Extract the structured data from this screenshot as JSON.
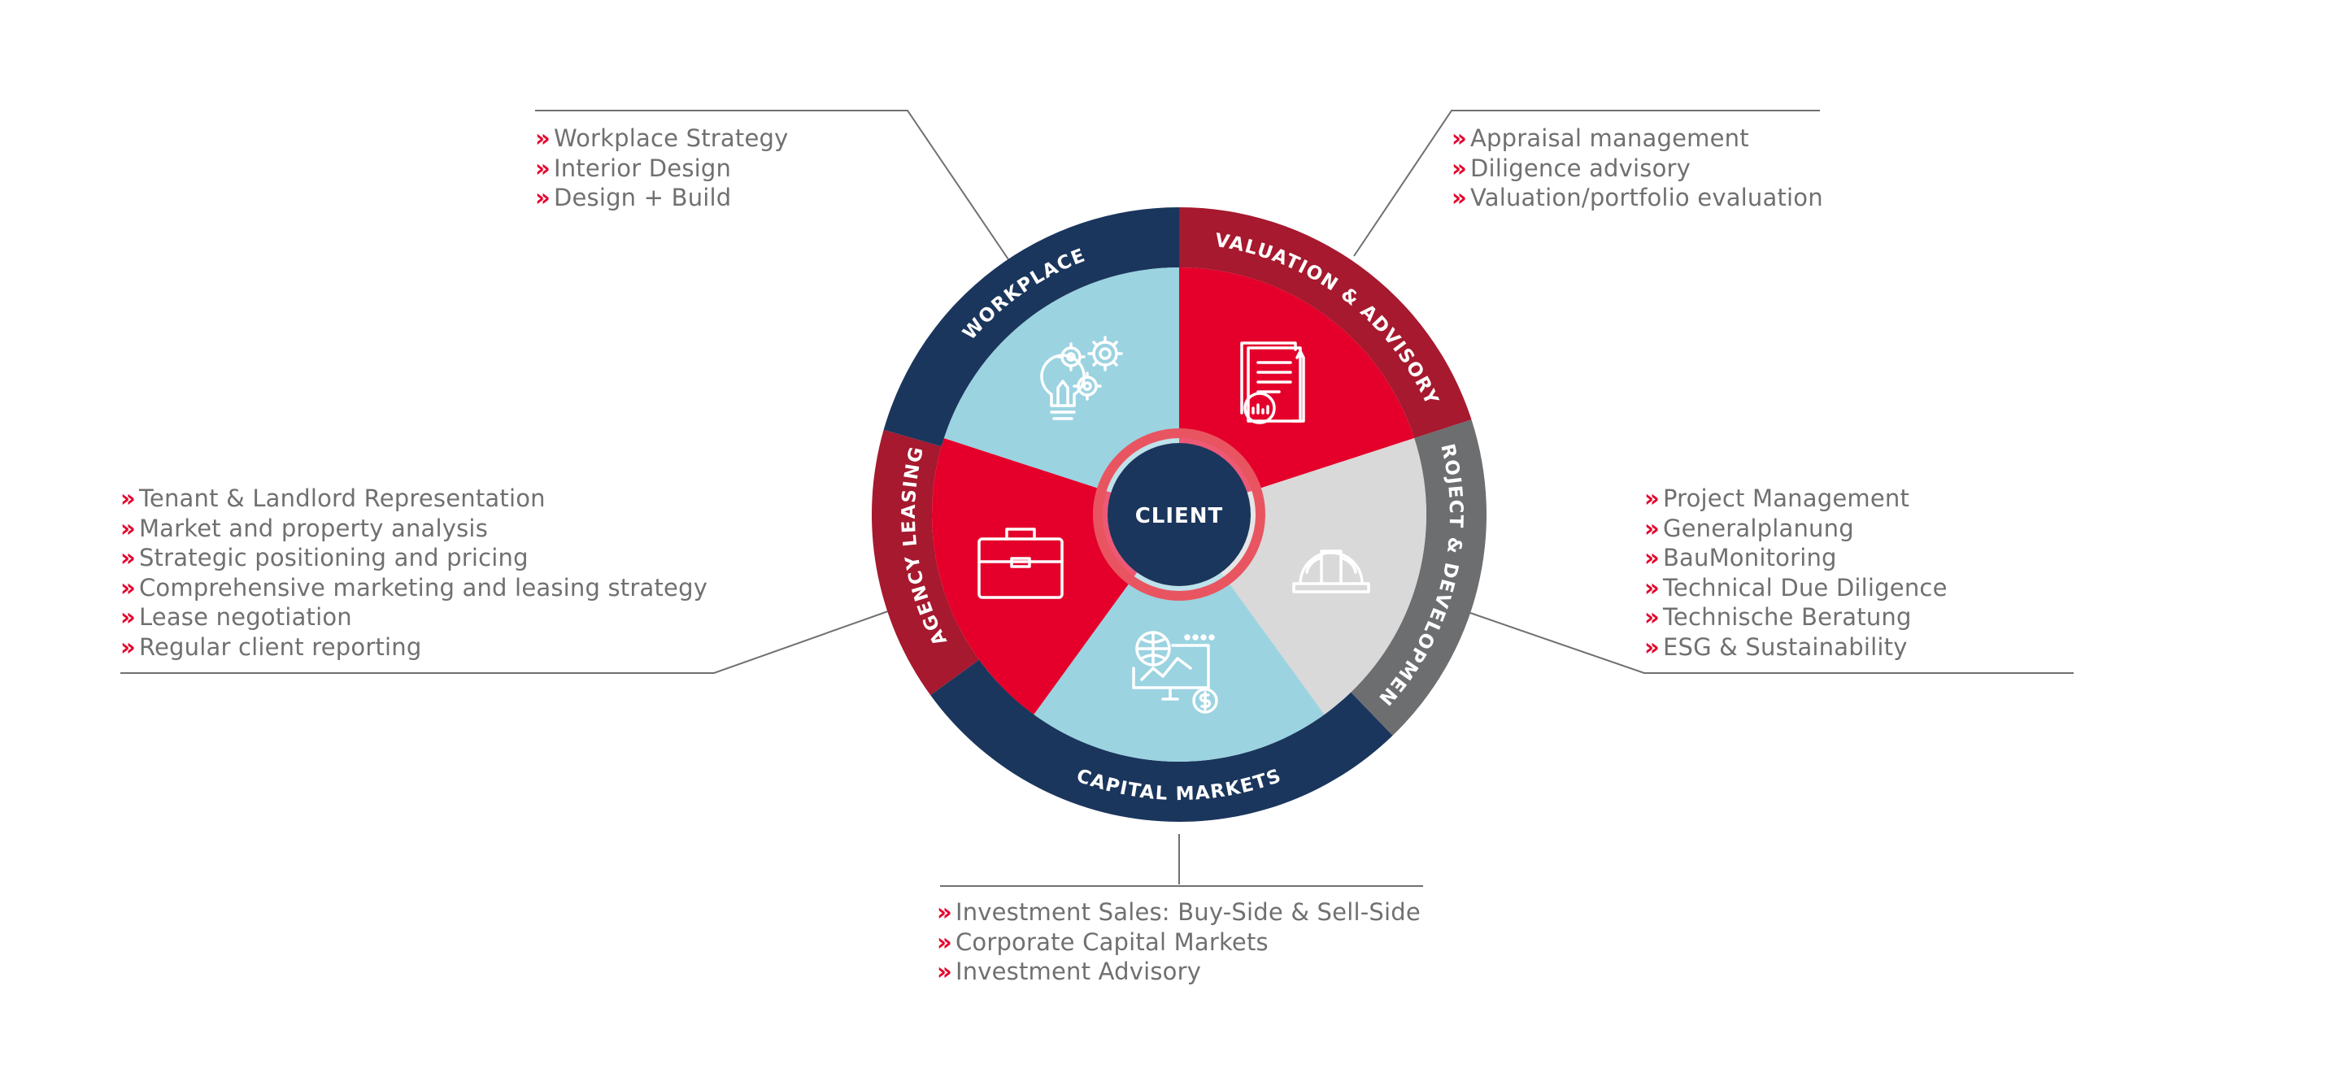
{
  "colors": {
    "navy": "#1b365d",
    "dark_red": "#a6192e",
    "red": "#e4002b",
    "light_blue": "#9bd3e1",
    "light_gray": "#d9d9d9",
    "gray": "#6d6e70",
    "line": "#707070"
  },
  "center": {
    "label": "CLIENT"
  },
  "segments": [
    {
      "key": "workplace",
      "label": "WORKPLACE",
      "icon": "lightbulb-gears-icon"
    },
    {
      "key": "valuation",
      "label": "VALUATION & ADVISORY",
      "icon": "report-chart-icon"
    },
    {
      "key": "project",
      "label": "PROJECT & DEVELOPMENT",
      "icon": "hard-hat-icon"
    },
    {
      "key": "capital",
      "label": "CAPITAL MARKETS",
      "icon": "globe-finance-icon"
    },
    {
      "key": "agency",
      "label": "AGENCY LEASING",
      "icon": "briefcase-icon"
    }
  ],
  "lists": {
    "workplace": [
      "Workplace Strategy",
      "Interior Design",
      "Design + Build"
    ],
    "valuation": [
      "Appraisal management",
      "Diligence advisory",
      "Valuation/portfolio evaluation"
    ],
    "agency": [
      "Tenant & Landlord Representation",
      "Market and property analysis",
      "Strategic positioning and pricing",
      "Comprehensive marketing and leasing strategy",
      "Lease negotiation",
      "Regular client reporting"
    ],
    "project": [
      "Project Management",
      "Generalplanung",
      "BauMonitoring",
      "Technical Due Diligence",
      "Technische Beratung",
      "ESG & Sustainability"
    ],
    "capital": [
      "Investment Sales: Buy-Side & Sell-Side",
      "Corporate Capital Markets",
      "Investment Advisory"
    ]
  },
  "bullet": "»"
}
